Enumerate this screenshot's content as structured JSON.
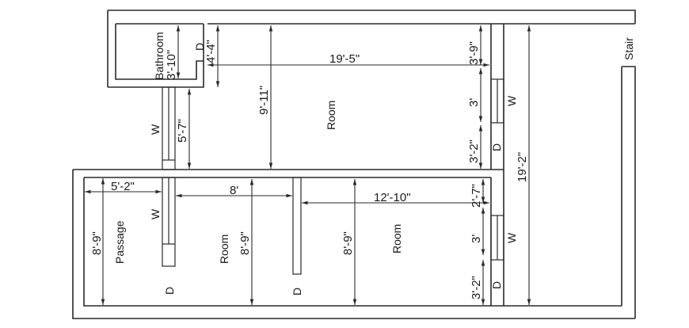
{
  "drawing": {
    "type": "floor-plan",
    "line_color": "#2a2a2a",
    "background": "#ffffff"
  },
  "rooms": {
    "bathroom": "Bathroom",
    "room_upper": "Room",
    "passage": "Passage",
    "room_lower_left": "Room",
    "room_lower_right": "Room",
    "stair": "Stair"
  },
  "openings": {
    "door": "D",
    "window": "W"
  },
  "dimensions": {
    "bathroom_height": "3'-10\"",
    "bathroom_door_offset": "4'-4\"",
    "upper_room_width": "19'-5\"",
    "upper_room_height": "9'-11\"",
    "upper_wall_segment": "5'-7\"",
    "upper_right_top": "3'-9\"",
    "upper_right_window": "3'",
    "upper_right_bottom": "3'-2\"",
    "overall_height": "19'-2\"",
    "passage_width": "5'-2\"",
    "passage_height": "8'-9\"",
    "lower_room_width": "8'",
    "lower_room_height": "8'-9\"",
    "lower_right_room_width": "12'-10\"",
    "lower_right_room_height": "8'-9\"",
    "lower_right_top": "2'-7\"",
    "lower_right_window": "3'",
    "lower_right_bottom": "3'-2\""
  }
}
